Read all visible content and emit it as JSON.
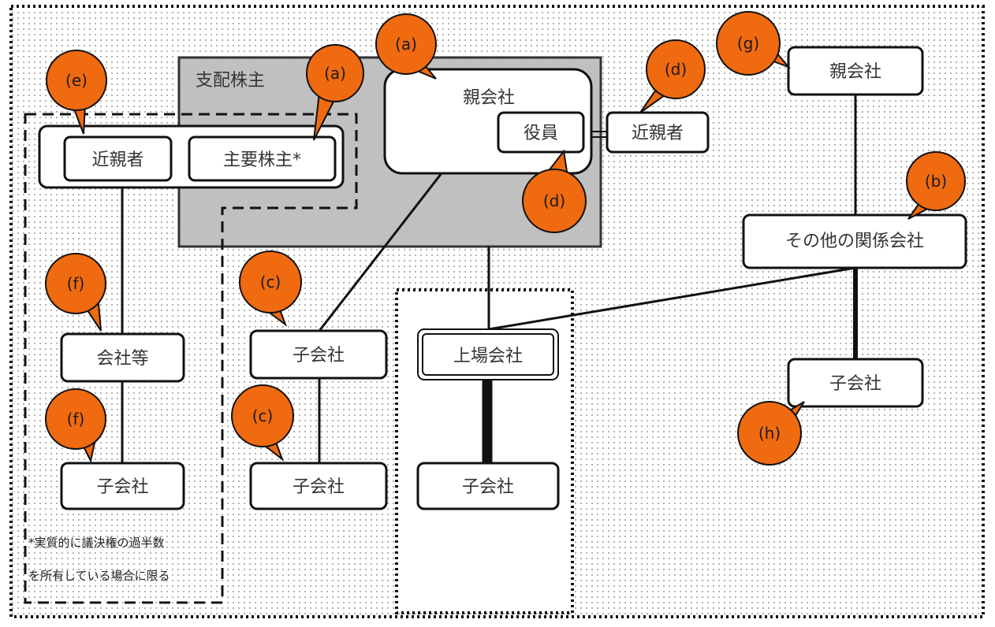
{
  "diagram": {
    "region_label": "支配株主",
    "nodes": {
      "kinshinsha_left": "近親者",
      "shuyou_kabunushi": "主要株主*",
      "oyagaisha_center": "親会社",
      "yakuin": "役員",
      "kinshinsha_right": "近親者",
      "oyagaisha_right": "親会社",
      "sonota_kankei": "その他の関係会社",
      "kaisha_tou": "会社等",
      "kogaisha_f": "子会社",
      "kogaisha_c1": "子会社",
      "kogaisha_c2": "子会社",
      "jojo_gaisha": "上場会社",
      "kogaisha_listed": "子会社",
      "kogaisha_h": "子会社"
    },
    "badges": {
      "a1": "(a)",
      "a2": "(a)",
      "b": "(b)",
      "c1": "(c)",
      "c2": "(c)",
      "d1": "(d)",
      "d2": "(d)",
      "e": "(e)",
      "f1": "(f)",
      "f2": "(f)",
      "g": "(g)",
      "h": "(h)"
    },
    "note": {
      "line1": "*実質的に議決権の過半数",
      "line2": "を所有している場合に限る"
    },
    "colors": {
      "badge": "#F06A10",
      "region_fill": "#C0C0C0",
      "line": "#111111"
    }
  }
}
